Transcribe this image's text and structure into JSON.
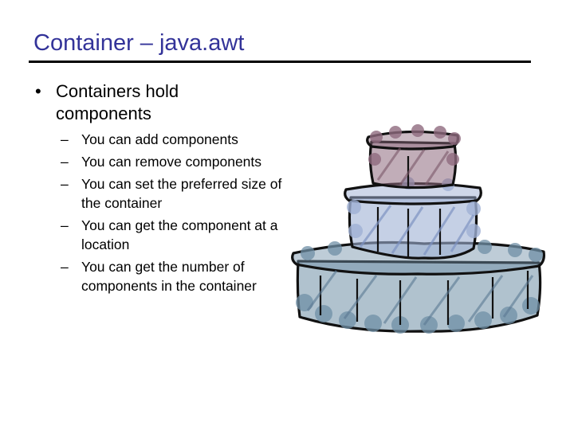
{
  "slide": {
    "title": "Container – java.awt",
    "bullet": {
      "mark": "•",
      "text": "Containers hold components"
    },
    "sub_bullets": [
      {
        "mark": "–",
        "text": "You can add components"
      },
      {
        "mark": "–",
        "text": "You can remove components"
      },
      {
        "mark": "–",
        "text": "You can set the preferred size of the container"
      },
      {
        "mark": "–",
        "text": "You can get the component at a location"
      },
      {
        "mark": "–",
        "text": "You can get the number of components in the container"
      }
    ]
  },
  "colors": {
    "title": "#333399",
    "top_tier": "#8E6A7E",
    "middle_tier": "#9FB0D4",
    "bottom_tier": "#6F8FA6",
    "outline": "#111111"
  },
  "illustration": {
    "icon": "layered-container-cake-icon"
  }
}
